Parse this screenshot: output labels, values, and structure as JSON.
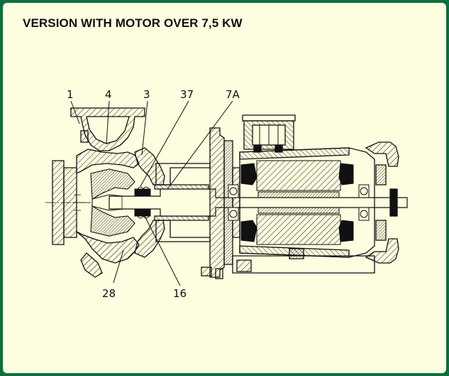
{
  "title": "VERSION WITH MOTOR OVER 7,5 KW",
  "callouts": {
    "c1": "1",
    "c4": "4",
    "c3": "3",
    "c37": "37",
    "c7a": "7A",
    "c28": "28",
    "c16": "16"
  },
  "colors": {
    "border": "#0b6e3e",
    "panel": "#fdfde0",
    "ink": "#111111"
  }
}
